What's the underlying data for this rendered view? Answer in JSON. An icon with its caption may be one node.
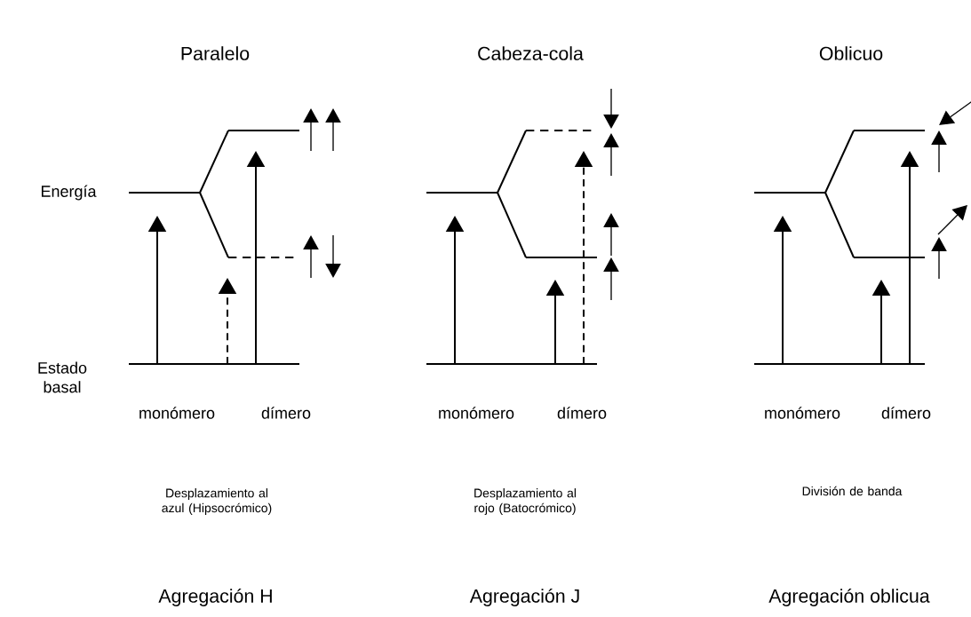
{
  "diagram": {
    "labels": [
      "Paralelo",
      "Cabeza-cola",
      "Oblicuo",
      "Energía",
      "Estado basal",
      "monómero",
      "dímero",
      "monómero",
      "dímero",
      "monómero",
      "dímero",
      "Desplazamiento al azul (Hipsocrómico)",
      "Desplazamiento al rojo (Batocrómico)",
      "División de banda",
      "Agregación H",
      "Agregación J",
      "Agregación oblicua"
    ]
  }
}
